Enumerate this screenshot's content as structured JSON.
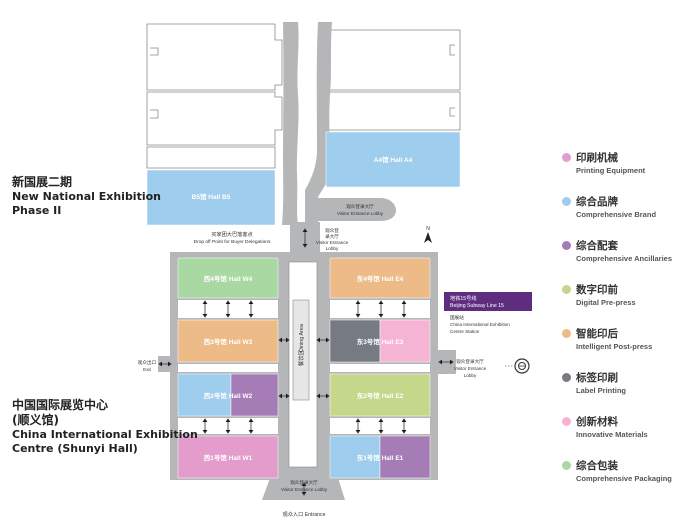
{
  "titles": {
    "new_zh": "新国展二期",
    "new_en1": "New National Exhibition",
    "new_en2": "Phase II",
    "cie_zh1": "中国国际展览中心",
    "cie_zh2": "(顺义馆)",
    "cie_en1": "China International Exhibition",
    "cie_en2": "Centre (Shunyi Hall)"
  },
  "halls": {
    "a4": "A4馆 Hall A4",
    "b5": "B5馆 Hall B5",
    "w4": "西4号馆 Hall W4",
    "w3": "西3号馆 Hall W3",
    "w2": "西2号馆 Hall W2",
    "w1": "西1号馆 Hall W1",
    "e4": "东4号馆 Hall E4",
    "e3": "东3号馆 Hall E3",
    "e2": "东2号馆 Hall E2",
    "e1": "东1号馆 Hall E1"
  },
  "labels": {
    "lobby_top_zh": "观众登录大厅",
    "lobby_top_en": "Visitor Entrance Lobby",
    "dropoff_zh": "买家团大巴落客点",
    "dropoff_en": "Drop off Point for Buyer Delegations",
    "lobby_north_zh1": "观众登",
    "lobby_north_zh2": "录大厅",
    "lobby_north_en1": "Visitor Entrance",
    "lobby_north_en2": "Lobby",
    "lobby_east_zh": "观众登录大厅",
    "lobby_east_en1": "Visitor Entrance",
    "lobby_east_en2": "Lobby",
    "exit_zh": "观众出口",
    "exit_en": "Exit",
    "dining_zh": "餐饮区",
    "dining_en": "Dining Area",
    "lobby_south_zh": "观众登录大厅",
    "lobby_south_en": "Visitor Entrance Lobby",
    "entrance": "观众入口 Entrance",
    "subway_zh": "地铁15号线",
    "subway_en": "Beijing Subway Line 15",
    "station_zh": "国展站",
    "station_en1": "China International Exhibition",
    "station_en2": "Centre Station",
    "north": "N"
  },
  "legend": [
    {
      "zh": "印刷机械",
      "en": "Printing Equipment",
      "color": "#e39ccb"
    },
    {
      "zh": "综合品牌",
      "en": "Comprehensive Brand",
      "color": "#9fcdee"
    },
    {
      "zh": "综合配套",
      "en": "Comprehensive Ancillaries",
      "color": "#a57cb6"
    },
    {
      "zh": "数字印前",
      "en": "Digital Pre-press",
      "color": "#c5d78b"
    },
    {
      "zh": "智能印后",
      "en": "Intelligent Post-press",
      "color": "#edbb88"
    },
    {
      "zh": "标签印刷",
      "en": "Label Printing",
      "color": "#767a83"
    },
    {
      "zh": "创新材料",
      "en": "Innovative Materials",
      "color": "#f5b4d3"
    },
    {
      "zh": "综合包装",
      "en": "Comprehensive Packaging",
      "color": "#a9d8a2"
    }
  ],
  "colors": {
    "road": "#b4b6b8",
    "outline": "#777777",
    "subway": "#5e2d7f",
    "printing": "#e39ccb",
    "brand": "#9fcdee",
    "ancillaries": "#a57cb6",
    "prepress": "#c5d78b",
    "postpress": "#edbb88",
    "label": "#767a83",
    "materials": "#f5b4d3",
    "packaging": "#a9d8a2"
  }
}
